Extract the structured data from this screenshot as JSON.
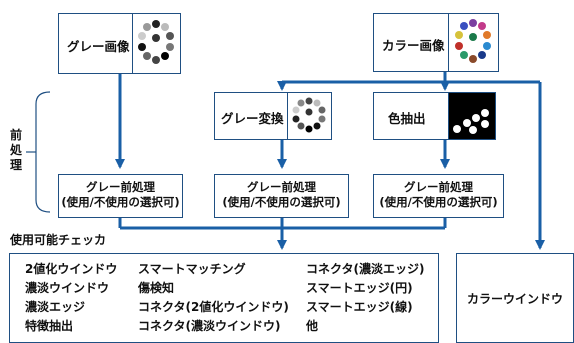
{
  "images": {
    "gray": "グレー画像",
    "color": "カラー画像",
    "gray_convert": "グレー変換",
    "color_extract": "色抽出"
  },
  "preprocess": {
    "side_label": [
      "前",
      "処",
      "理"
    ],
    "box_title": "グレー前処理",
    "box_sub": "(使用/不使用の選択可)"
  },
  "tools_title": "使用可能チェッカ",
  "tools": [
    [
      "2値化ウインドウ",
      "濃淡ウインドウ",
      "濃淡エッジ",
      "特徴抽出"
    ],
    [
      "スマートマッチング",
      "傷検知",
      "コネクタ(2値化ウインドウ)",
      "コネクタ(濃淡ウインドウ)"
    ],
    [
      "コネクタ(濃淡エッジ)",
      "スマートエッジ(円)",
      "スマートエッジ(線)",
      "他"
    ]
  ],
  "color_window": "カラーウインドウ",
  "colors": {
    "line": "#1f4f82",
    "arrow": "#1a5fa6"
  }
}
